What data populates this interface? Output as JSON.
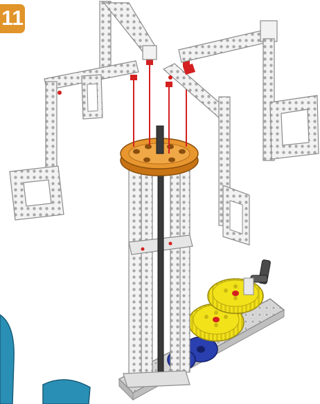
{
  "step": {
    "number": "11"
  },
  "colors": {
    "badge": "#e1942a",
    "beam": "#f2f2f2",
    "beam_edge": "#9a9a9a",
    "turntable": "#e8962e",
    "yellow_gear": "#f2e21a",
    "blue_gear": "#2a3fb0",
    "red_connector": "#d42020",
    "baseplate": "#d4d4d4",
    "axle": "#3a3a3a",
    "teal_part": "#2a8fb5"
  },
  "icons": {
    "assembly_arrows": "red-vertical-guide-lines",
    "crank": "dark-grey-crank-handle"
  }
}
